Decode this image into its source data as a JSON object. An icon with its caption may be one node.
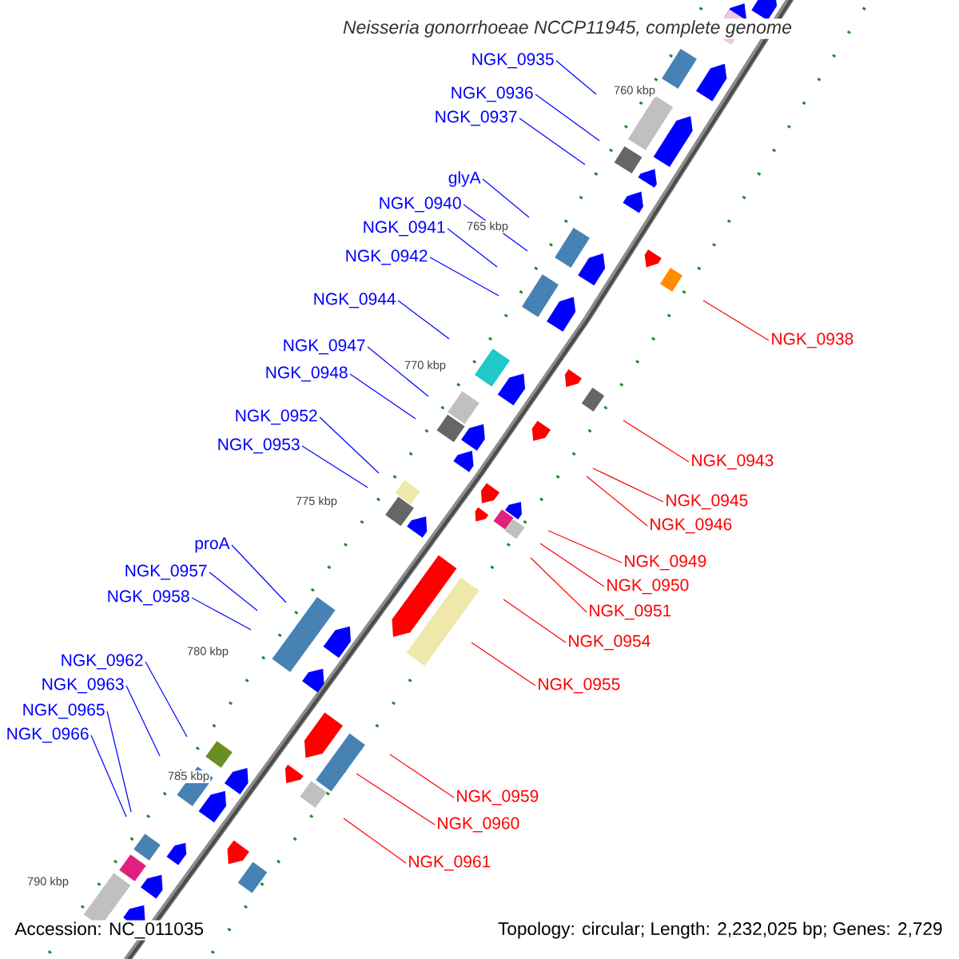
{
  "diagram": {
    "title": "Neisseria gonorrhoeae NCCP11945, complete genome",
    "nodes": [
      {
        "text": [
          "NGK_0935"
        ]
      },
      {
        "text": [
          "NGK_0936"
        ]
      },
      {
        "text": [
          "NGK_0937"
        ]
      },
      {
        "text": [
          "glyA"
        ]
      },
      {
        "text": [
          "NGK_0940"
        ]
      },
      {
        "text": [
          "NGK_0941"
        ]
      },
      {
        "text": [
          "NGK_0942"
        ]
      },
      {
        "text": [
          "NGK_0944"
        ]
      },
      {
        "text": [
          "NGK_0938"
        ]
      },
      {
        "text": [
          "NGK_0947"
        ]
      },
      {
        "text": [
          "NGK_0948"
        ]
      },
      {
        "text": [
          "NGK_0952"
        ]
      },
      {
        "text": [
          "NGK_0953"
        ]
      },
      {
        "text": [
          "NGK_0943"
        ]
      },
      {
        "text": [
          "NGK_0945"
        ]
      },
      {
        "text": [
          "NGK_0946"
        ]
      },
      {
        "text": [
          "proA"
        ]
      },
      {
        "text": [
          "NGK_0949"
        ]
      },
      {
        "text": [
          "NGK_0957"
        ]
      },
      {
        "text": [
          "NGK_0950"
        ]
      },
      {
        "text": [
          "NGK_0958"
        ]
      },
      {
        "text": [
          "NGK_0951"
        ]
      },
      {
        "text": [
          "NGK_0954"
        ]
      },
      {
        "text": [
          "NGK_0962"
        ]
      },
      {
        "text": [
          "NGK_0955"
        ]
      },
      {
        "text": [
          "NGK_0963"
        ]
      },
      {
        "text": [
          "NGK_0965"
        ]
      },
      {
        "text": [
          "NGK_0966"
        ]
      },
      {
        "text": [
          "NGK_0959"
        ]
      },
      {
        "text": [
          "NGK_0960"
        ]
      },
      {
        "text": [
          "NGK_0961"
        ]
      }
    ],
    "edges": [
      {
        "from": 0,
        "to": null,
        "arrow": "none"
      },
      {
        "from": 1,
        "to": null,
        "arrow": "none"
      },
      {
        "from": 2,
        "to": null,
        "arrow": "none"
      },
      {
        "from": 3,
        "to": null,
        "arrow": "none"
      },
      {
        "from": 4,
        "to": null,
        "arrow": "none"
      },
      {
        "from": 5,
        "to": null,
        "arrow": "none"
      },
      {
        "from": 6,
        "to": null,
        "arrow": "none"
      },
      {
        "from": 7,
        "to": null,
        "arrow": "none"
      },
      {
        "from": 8,
        "to": null,
        "arrow": "none",
        "color": "#ff0000"
      },
      {
        "from": 9,
        "to": null,
        "arrow": "none"
      },
      {
        "from": 10,
        "to": null,
        "arrow": "none"
      },
      {
        "from": 11,
        "to": null,
        "arrow": "none"
      },
      {
        "from": 12,
        "to": null,
        "arrow": "none"
      },
      {
        "from": 13,
        "to": null,
        "arrow": "none",
        "color": "#ff0000"
      },
      {
        "from": 14,
        "to": null,
        "arrow": "none",
        "color": "#ff0000"
      },
      {
        "from": 15,
        "to": null,
        "arrow": "none",
        "color": "#ff0000"
      },
      {
        "from": 16,
        "to": null,
        "arrow": "none"
      },
      {
        "from": 17,
        "to": null,
        "arrow": "none",
        "color": "#ff0000"
      },
      {
        "from": 18,
        "to": null,
        "arrow": "none"
      },
      {
        "from": 19,
        "to": null,
        "arrow": "none",
        "color": "#ff0000"
      },
      {
        "from": 20,
        "to": null,
        "arrow": "none"
      },
      {
        "from": 21,
        "to": null,
        "arrow": "none",
        "color": "#ff0000"
      },
      {
        "from": 22,
        "to": null,
        "arrow": "none",
        "color": "#ff0000"
      },
      {
        "from": 23,
        "to": null,
        "arrow": "none"
      },
      {
        "from": 24,
        "to": null,
        "arrow": "none",
        "color": "#ff0000"
      },
      {
        "from": 25,
        "to": null,
        "arrow": "none"
      },
      {
        "from": 26,
        "to": null,
        "arrow": "none"
      },
      {
        "from": 27,
        "to": null,
        "arrow": "none"
      },
      {
        "from": 28,
        "to": null,
        "arrow": "none",
        "color": "#ff0000"
      },
      {
        "from": 29,
        "to": null,
        "arrow": "none",
        "color": "#ff0000"
      },
      {
        "from": 30,
        "to": null,
        "arrow": "none",
        "color": "#ff0000"
      }
    ],
    "labels": [
      "760 kbp",
      "765 kbp",
      "770 kbp",
      "775 kbp",
      "780 kbp",
      "785 kbp",
      "790 kbp",
      "Accession: NC_011035",
      "Topology: circular; Length: 2,232,025 bp; Genes: 2,729"
    ]
  }
}
